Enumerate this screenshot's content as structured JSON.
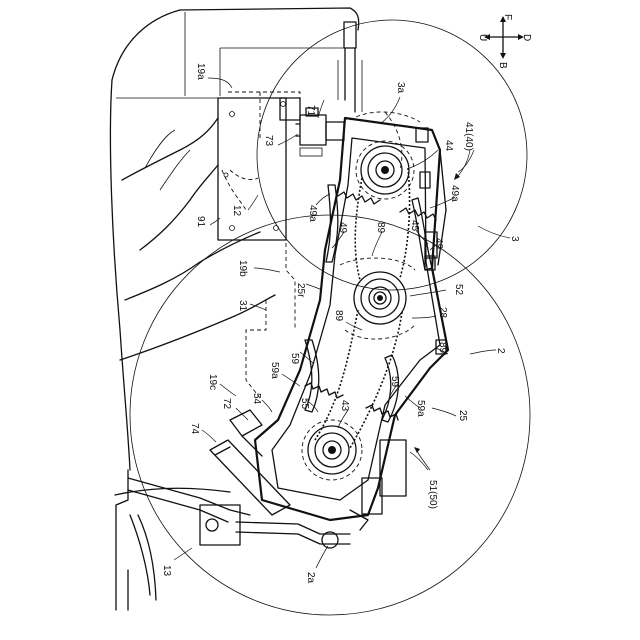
{
  "compass": {
    "up": "F",
    "down": "B",
    "left": "U",
    "right": "D"
  },
  "labels": {
    "l19a": "19a",
    "l3a": "3a",
    "l71": "71",
    "l73": "73",
    "l44": "44",
    "l41": "41(40)",
    "l49a_top": "49a",
    "l49a_right": "49a",
    "l91": "91",
    "l12": "12",
    "l89_top": "89",
    "l45": "45",
    "l49_left": "49",
    "l49_right": "49",
    "l3": "3",
    "l19b": "19b",
    "l25r": "25r",
    "l52": "52",
    "l31": "31",
    "l89_mid": "89",
    "l28": "28",
    "l89_low": "89",
    "l2": "2",
    "l59_top": "59",
    "l59a_left": "59a",
    "l59_right": "59",
    "l19c": "19c",
    "l72": "72",
    "l54": "54",
    "l55": "55",
    "l43": "43",
    "l59a_right": "59a",
    "l25": "25",
    "l74": "74",
    "l51": "51(50)",
    "l13": "13",
    "l2a": "2a"
  }
}
